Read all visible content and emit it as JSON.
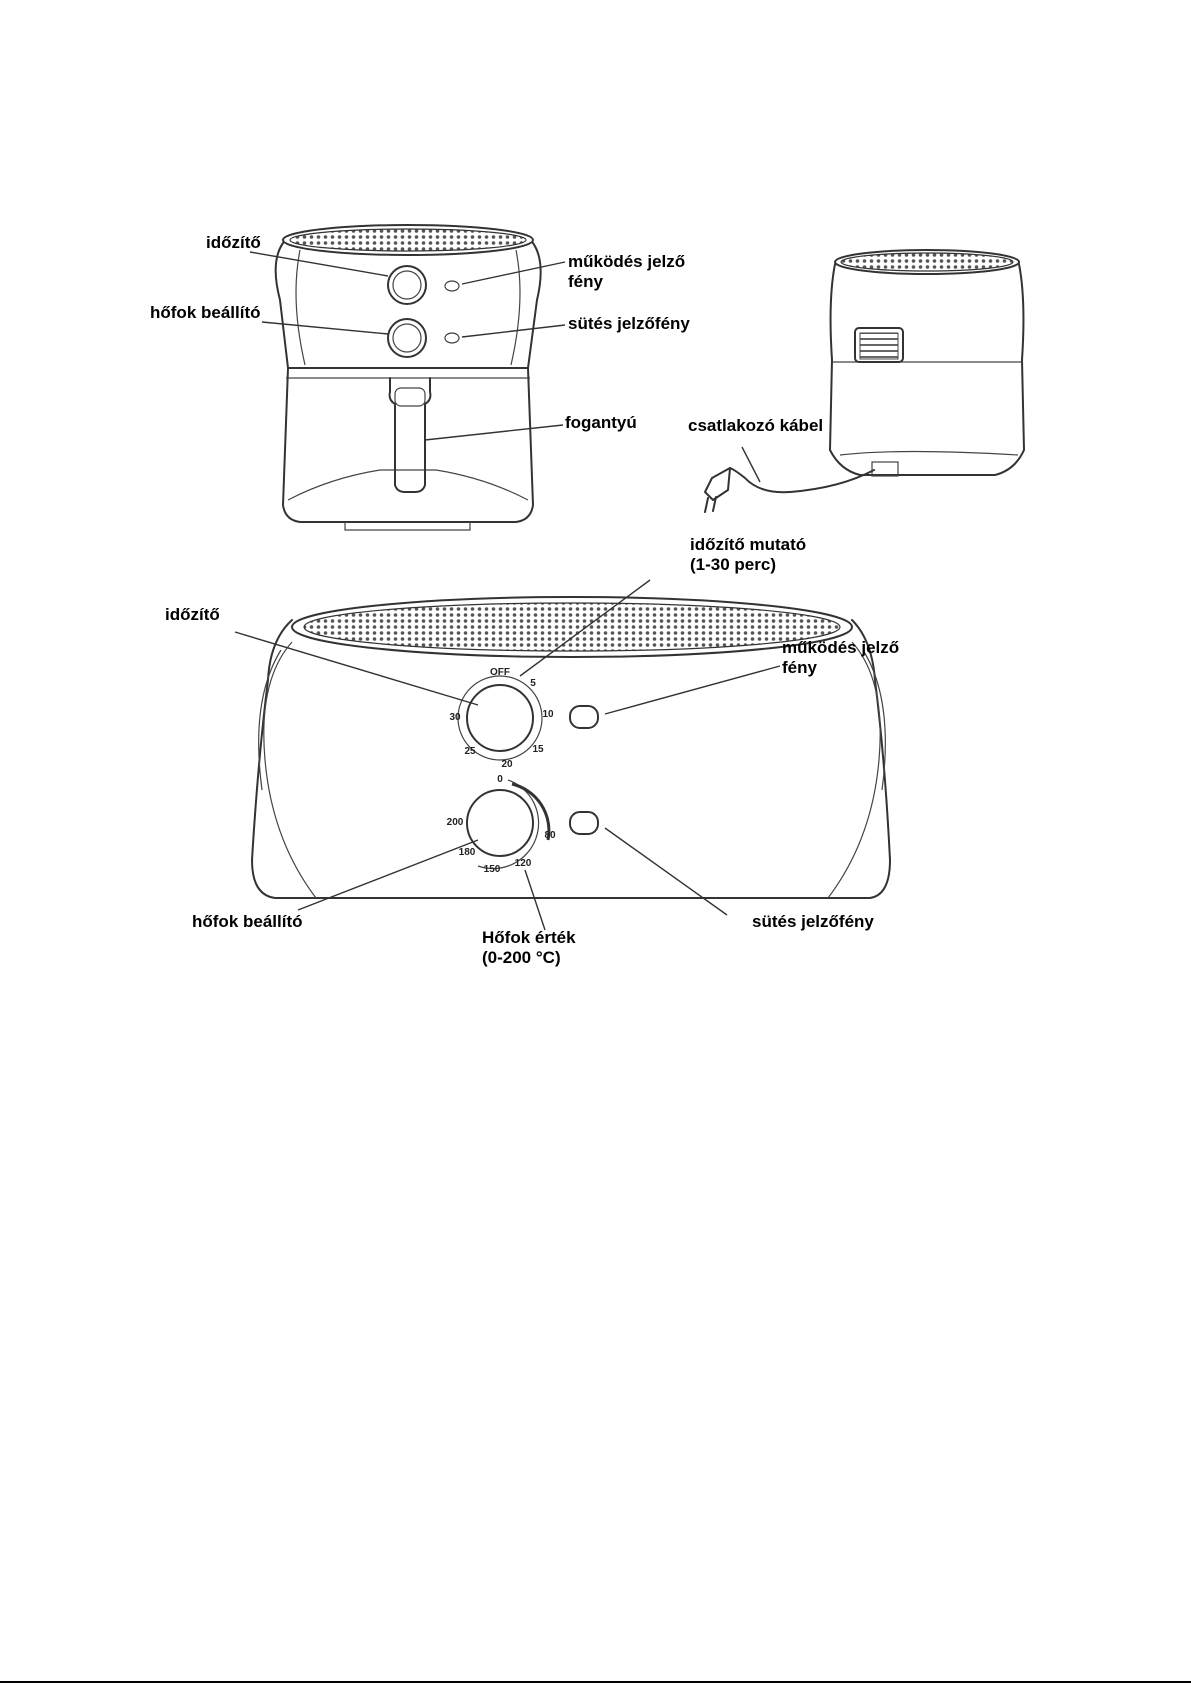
{
  "labels": {
    "front_timer": "időzítő",
    "front_temp": "hőfok beállító",
    "front_power_light": "működés jelző\nfény",
    "front_heat_light": "sütés jelzőfény",
    "front_handle": "fogantyú",
    "rear_cable": "csatlakozó kábel",
    "detail_timer_pointer": "időzítő mutató\n(1-30 perc)",
    "detail_timer": "időzítő",
    "detail_power_light": "működés jelző\nfény",
    "detail_temp": "hőfok beállító",
    "detail_temp_value": "Hőfok érték\n(0-200 °C)",
    "detail_heat_light": "sütés jelzőfény"
  },
  "timer_dial_marks": [
    "OFF",
    "5",
    "10",
    "15",
    "20",
    "25",
    "30"
  ],
  "temp_dial_marks": [
    "0",
    "80",
    "120",
    "150",
    "180",
    "200"
  ]
}
